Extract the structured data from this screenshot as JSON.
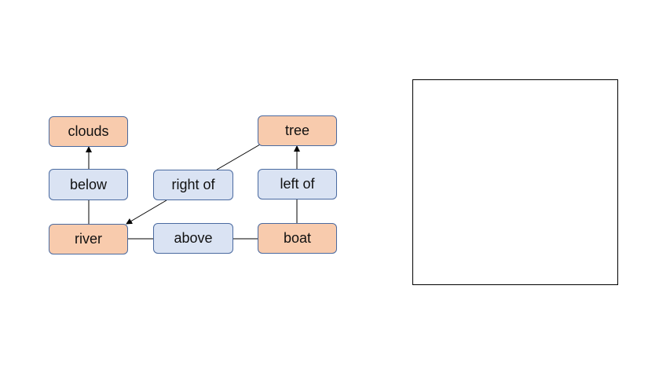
{
  "graph": {
    "objects": {
      "clouds": "clouds",
      "tree": "tree",
      "river": "river",
      "boat": "boat"
    },
    "relations": {
      "below": "below",
      "right_of": "right of",
      "left_of": "left of",
      "above": "above"
    },
    "edges": [
      {
        "from": "below",
        "to": "clouds",
        "arrow": true
      },
      {
        "from": "river",
        "to": "below",
        "arrow": false
      },
      {
        "from": "tree",
        "to": "right_of",
        "arrow": false
      },
      {
        "from": "right_of",
        "to": "river",
        "arrow": true
      },
      {
        "from": "boat",
        "to": "left_of",
        "arrow": false
      },
      {
        "from": "left_of",
        "to": "tree",
        "arrow": true
      },
      {
        "from": "river",
        "to": "above",
        "arrow": false
      },
      {
        "from": "above",
        "to": "boat",
        "arrow": false
      }
    ],
    "colors": {
      "object_fill": "#f8cbad",
      "relation_fill": "#dae3f3",
      "border": "#4a6aa0"
    }
  }
}
